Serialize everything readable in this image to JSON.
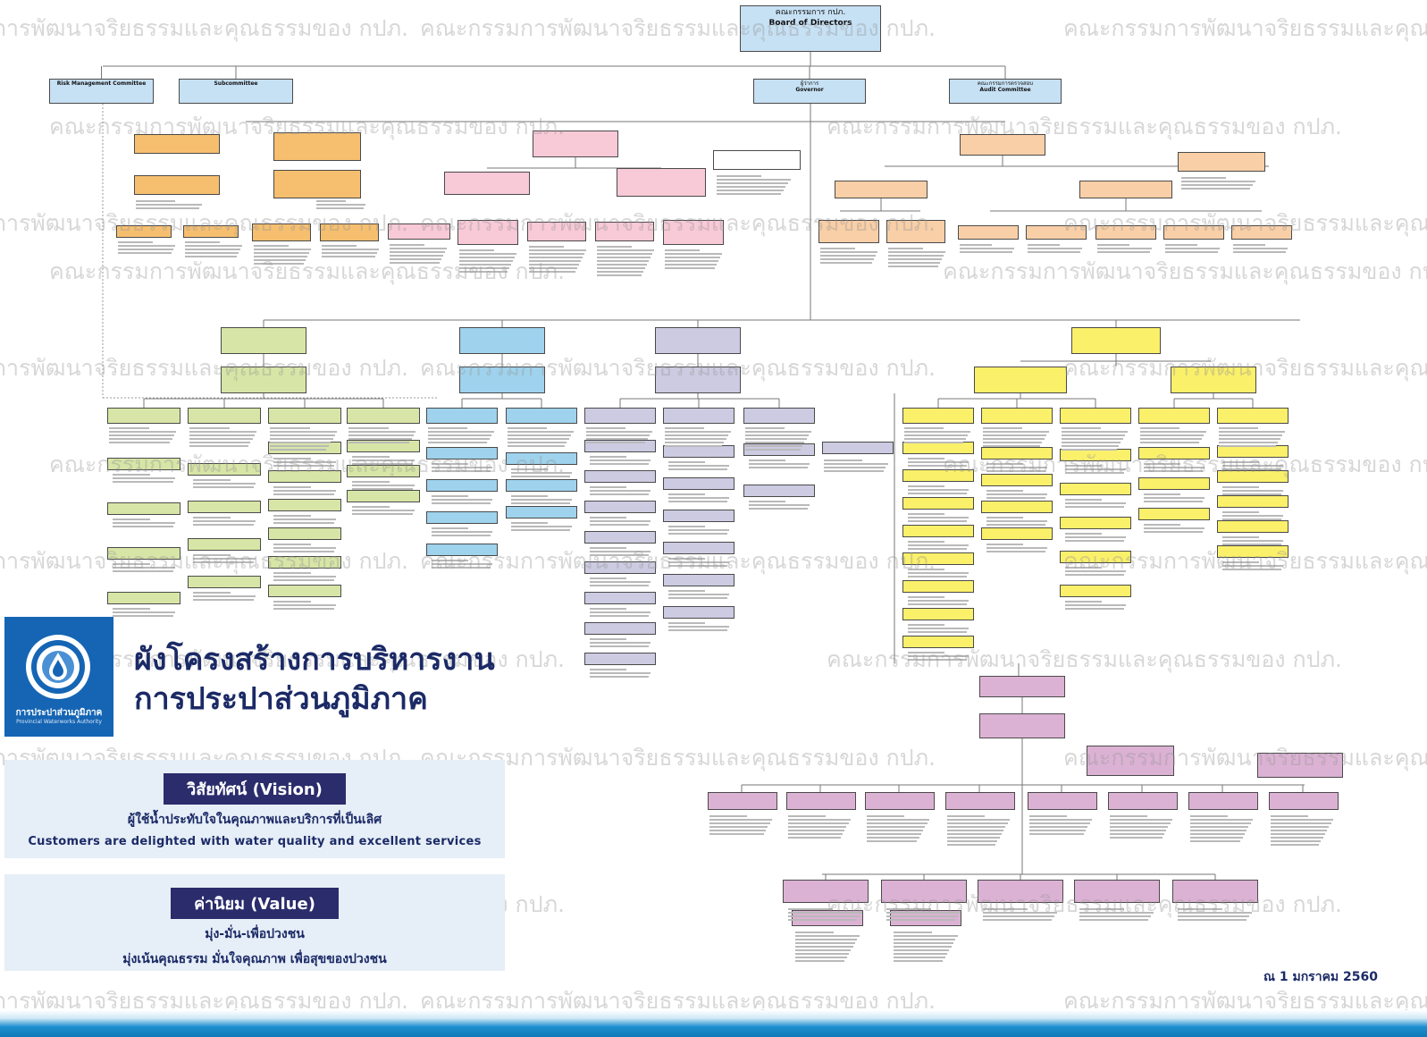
{
  "board": {
    "th": "คณะกรรมการ กปภ.",
    "en": "Board of Directors"
  },
  "committees": [
    {
      "th": "",
      "en": "Risk Management Committee"
    },
    {
      "th": "",
      "en": "Subcommittee"
    },
    {
      "th": "ผู้ว่าการ",
      "en": "Governor"
    },
    {
      "th": "คณะกรรมการตรวจสอบ",
      "en": "Audit Committee"
    }
  ],
  "title": {
    "line1": "ผังโครงสร้างการบริหารงาน",
    "line2": "การประปาส่วนภูมิภาค"
  },
  "logo": {
    "th": "การประปาส่วนภูมิภาค",
    "en": "Provincial Waterworks Authority"
  },
  "vision": {
    "heading": "วิสัยทัศน์ (Vision)",
    "th": "ผู้ใช้น้ำประทับใจในคุณภาพและบริการที่เป็นเลิศ",
    "en": "Customers are delighted with water quality and excellent services"
  },
  "value": {
    "heading": "ค่านิยม (Value)",
    "line1": "มุ่ง-มั่น-เพื่อปวงชน",
    "line2": "มุ่งเน้นคุณธรรม  มั่นใจคุณภาพ  เพื่อสุขของปวงชน"
  },
  "date_stamp": "ณ 1 มกราคม 2560",
  "watermark": "คณะกรรมการพัฒนาจริยธรรมและคุณธรรมของ กปภ.",
  "colors": {
    "board": "#c6e0f4",
    "strategy": "#d7e6a6",
    "operations": "#9fd2ec",
    "business": "#cccbe2",
    "admin": "#fbf06a",
    "regional": "#dcb2d4",
    "it": "#f8c9d7",
    "audit": "#f9cfa7",
    "office": "#f6bf6f",
    "title_text": "#1b2a66",
    "panel_bg": "#e6eef7",
    "logo_bg": "#1565b4"
  }
}
